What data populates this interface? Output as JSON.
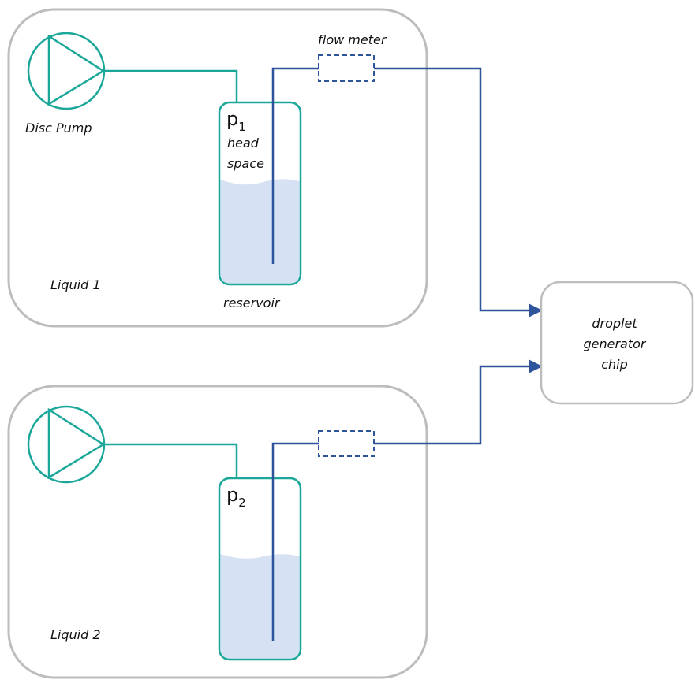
{
  "diagram": {
    "labels": {
      "flow_meter": "flow meter",
      "disc_pump": "Disc Pump",
      "head_space_line1": "head",
      "head_space_line2": "space",
      "reservoir": "reservoir",
      "liquid_1": "Liquid 1",
      "liquid_2": "Liquid 2",
      "chip_line1": "droplet",
      "chip_line2": "generator",
      "chip_line3": "chip"
    },
    "pressure_1": {
      "symbol": "p",
      "subscript": "1"
    },
    "pressure_2": {
      "symbol": "p",
      "subscript": "2"
    }
  },
  "colors": {
    "teal_tubing": "#1aa79a",
    "blue_tubing": "#2e559c",
    "box_border": "#bdbdbd",
    "liquid_fill": "#d6e2f3"
  }
}
